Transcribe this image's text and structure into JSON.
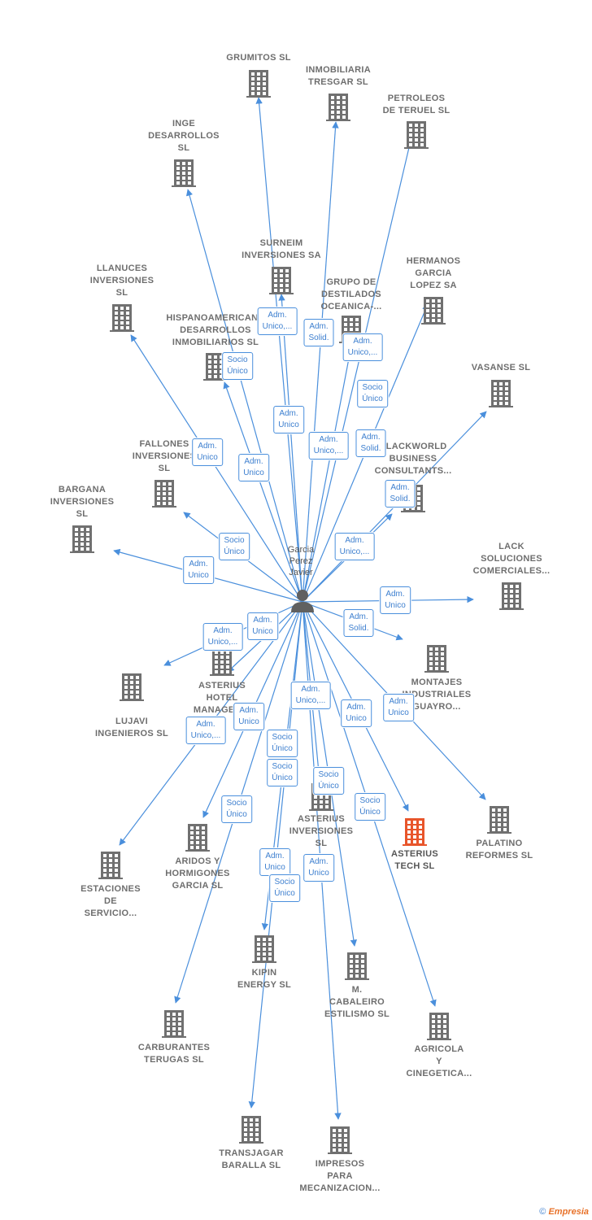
{
  "center": {
    "name": "Garcia\nPerez\nJavier",
    "icon": "person-icon"
  },
  "colors": {
    "edge": "#4a8fdc",
    "building": "#707070",
    "highlight": "#e8552b",
    "person": "#606060"
  },
  "companies": [
    {
      "id": "grumitos",
      "name": "GRUMITOS  SL"
    },
    {
      "id": "inmobiliaria-tresgar",
      "name": "INMOBILIARIA\nTRESGAR SL"
    },
    {
      "id": "petroleos-teruel",
      "name": "PETROLEOS\nDE TERUEL  SL"
    },
    {
      "id": "inge-desarrollos",
      "name": "INGE\nDESARROLLOS\nSL"
    },
    {
      "id": "surneim",
      "name": "SURNEIM\nINVERSIONES SA"
    },
    {
      "id": "hermanos-garcia-lopez",
      "name": "HERMANOS\nGARCIA\nLOPEZ SA"
    },
    {
      "id": "llanuces",
      "name": "LLANUCES\nINVERSIONES\nSL"
    },
    {
      "id": "grupo-destilados",
      "name": "GRUPO DE\nDESTILADOS\nOCEANICA-..."
    },
    {
      "id": "hispanoamericana",
      "name": "HISPANOAMERICANA\nDESARROLLOS\nINMOBILIARIOS SL"
    },
    {
      "id": "vasanse",
      "name": "VASANSE SL"
    },
    {
      "id": "fallones",
      "name": "FALLONES\nINVERSIONES\nSL"
    },
    {
      "id": "blackworld",
      "name": "BLACKWORLD\nBUSINESS\nCONSULTANTS..."
    },
    {
      "id": "bargana",
      "name": "BARGANA\nINVERSIONES\nSL"
    },
    {
      "id": "lack-soluciones",
      "name": "LACK\nSOLUCIONES\nCOMERCIALES..."
    },
    {
      "id": "montajes",
      "name": "MONTAJES\nINDUSTRIALES\nGUAYRO..."
    },
    {
      "id": "asterius-hotel",
      "name": "ASTERIUS\nHOTEL\nMANAGEM..."
    },
    {
      "id": "lujavi",
      "name": "LUJAVI\nINGENIEROS SL"
    },
    {
      "id": "palatino",
      "name": "PALATINO\nREFORMES  SL"
    },
    {
      "id": "asterius-tech",
      "name": "ASTERIUS\nTECH  SL"
    },
    {
      "id": "asterius-inversiones",
      "name": "ASTERIUS\nINVERSIONES\nSL"
    },
    {
      "id": "estaciones",
      "name": "ESTACIONES\nDE\nSERVICIO..."
    },
    {
      "id": "aridos",
      "name": "ARIDOS Y\nHORMIGONES\nGARCIA SL"
    },
    {
      "id": "kipin",
      "name": "KIPIN\nENERGY  SL"
    },
    {
      "id": "cabaleiro",
      "name": "M.\nCABALEIRO\nESTILISMO  SL"
    },
    {
      "id": "agricola",
      "name": "AGRICOLA\nY\nCINEGETICA..."
    },
    {
      "id": "carburantes",
      "name": "CARBURANTES\nTERUGAS  SL"
    },
    {
      "id": "transjagar",
      "name": "TRANSJAGAR\nBARALLA SL"
    },
    {
      "id": "impresos",
      "name": "IMPRESOS\nPARA\nMECANIZACION..."
    }
  ],
  "edge_labels": [
    "Adm.\nUnico,...",
    "Adm.\nSolid.",
    "Adm.\nUnico,...",
    "Socio\nÚnico",
    "Socio\nÚnico",
    "Adm.\nUnico",
    "Adm.\nUnico",
    "Adm.\nUnico,...",
    "Adm.\nSolid.",
    "Adm.\nUnico",
    "Adm.\nSolid.",
    "Socio\nÚnico",
    "Adm.\nUnico,...",
    "Adm.\nUnico",
    "Adm.\nUnico",
    "Adm.\nSolid.",
    "Adm.\nUnico,...",
    "Adm.\nUnico",
    "Adm.\nUnico,...",
    "Adm.\nUnico,...",
    "Adm.\nUnico",
    "Adm.\nUnico",
    "Adm.\nUnico",
    "Socio\nÚnico",
    "Socio\nÚnico",
    "Socio\nÚnico",
    "Socio\nÚnico",
    "Socio\nÚnico",
    "Adm.\nUnico",
    "Adm.\nUnico",
    "Socio\nÚnico"
  ],
  "footer": {
    "copyright": "©",
    "brand": "Empresia"
  }
}
